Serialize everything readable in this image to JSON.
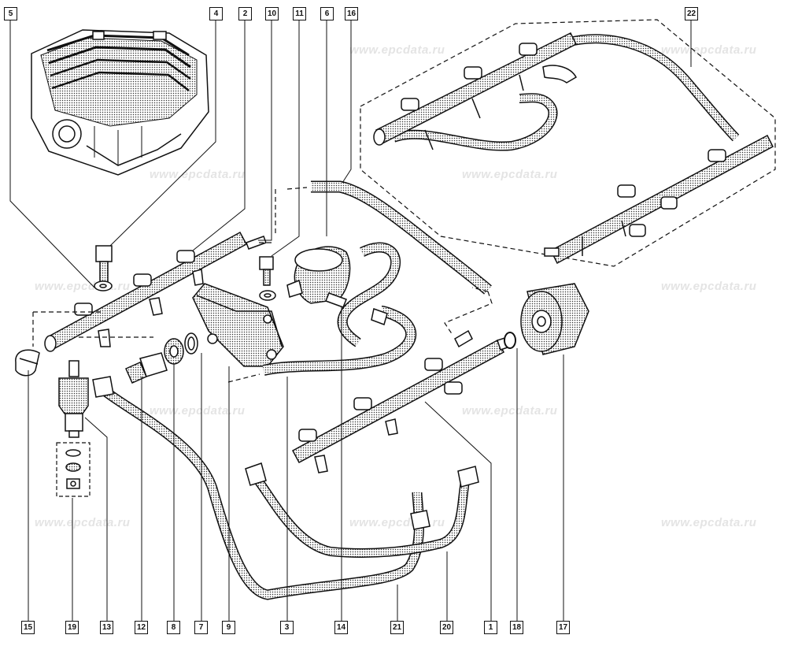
{
  "watermark": "www.epcdata.ru",
  "callouts": {
    "top": [
      "5",
      "4",
      "2",
      "10",
      "11",
      "6",
      "16",
      "22"
    ],
    "bottom": [
      "15",
      "19",
      "13",
      "12",
      "8",
      "7",
      "9",
      "3",
      "14",
      "21",
      "20",
      "1",
      "18",
      "17"
    ]
  },
  "colors": {
    "line": "#111111",
    "hose_fill": "#dcdcdc",
    "background": "#ffffff"
  }
}
